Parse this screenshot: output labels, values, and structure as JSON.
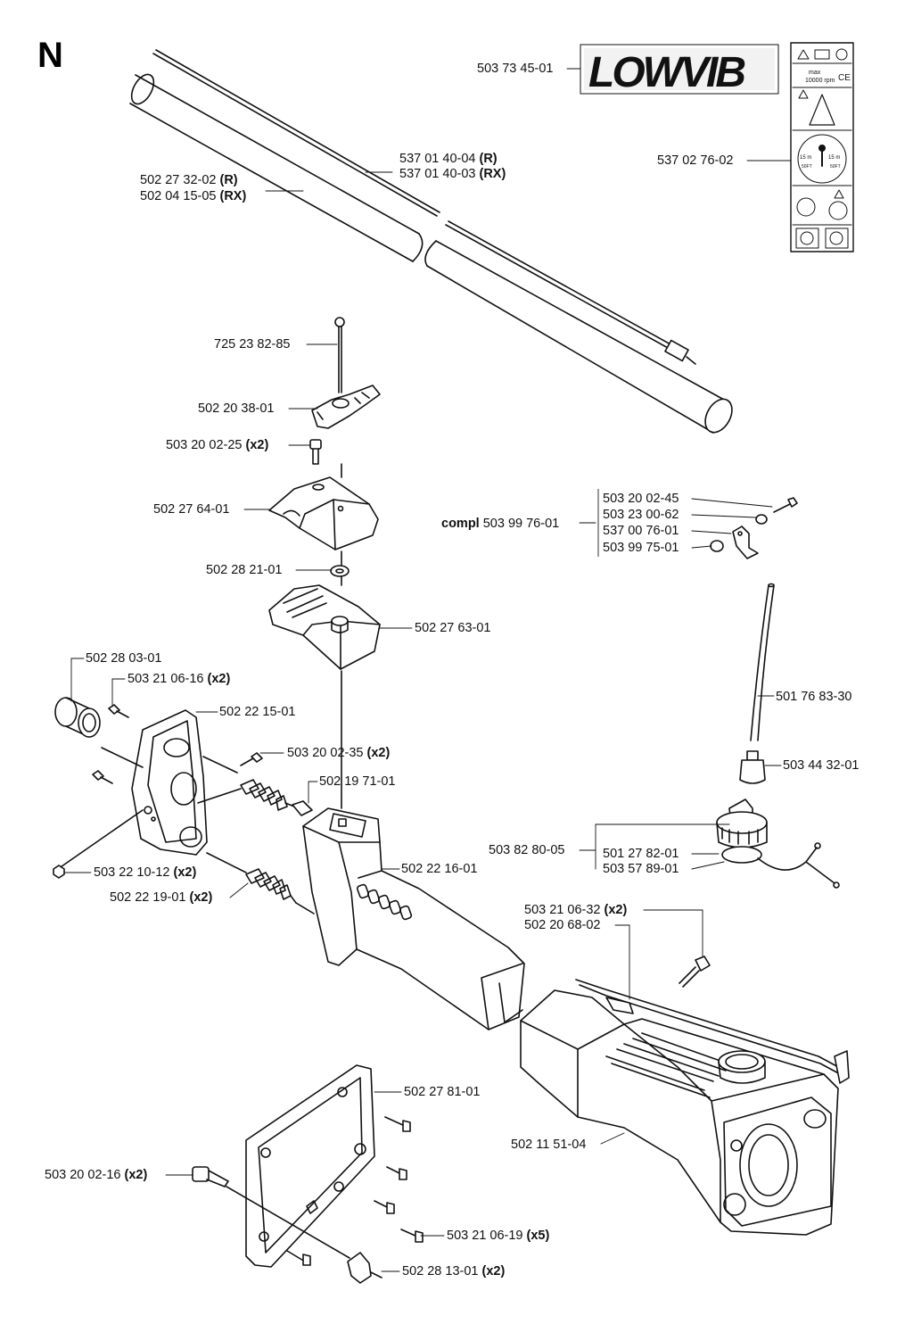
{
  "section_letter": "N",
  "logo_text": "LOWVIB",
  "warning_label": {
    "max_label": "max",
    "rpm_label": "10000 rpm",
    "ce_mark": "CE",
    "distance_label": "15 m",
    "distance_label_ft": "50FT",
    "icons": [
      "warning-triangle-icon",
      "read-manual-icon",
      "ear-protection-icon",
      "warning-triangle-icon",
      "thrown-objects-icon",
      "safety-distance-icon",
      "blade-rotation-icon",
      "gloves-icon",
      "boots-icon"
    ]
  },
  "parts": {
    "p1": {
      "number": "503 73 45-01",
      "qty": ""
    },
    "p2": {
      "number": "537 02 76-02",
      "qty": ""
    },
    "p3a": {
      "number": "537 01 40-04",
      "qty": "(R)"
    },
    "p3b": {
      "number": "537 01 40-03",
      "qty": "(RX)"
    },
    "p4a": {
      "number": "502 27 32-02",
      "qty": "(R)"
    },
    "p4b": {
      "number": "502 04 15-05",
      "qty": "(RX)"
    },
    "p5": {
      "number": "725 23 82-85",
      "qty": ""
    },
    "p6": {
      "number": "502 20 38-01",
      "qty": ""
    },
    "p7": {
      "number": "503 20 02-25",
      "qty": "(x2)"
    },
    "p8": {
      "number": "502 27 64-01",
      "qty": ""
    },
    "p9": {
      "number": "502 28 21-01",
      "qty": ""
    },
    "p10": {
      "number": "502 27 63-01",
      "qty": ""
    },
    "p11": {
      "number": "502 28 03-01",
      "qty": ""
    },
    "p12": {
      "number": "503 21 06-16",
      "qty": "(x2)"
    },
    "p13": {
      "number": "502 22 15-01",
      "qty": ""
    },
    "p14": {
      "number": "503 20 02-35",
      "qty": "(x2)"
    },
    "p15": {
      "number": "502 19 71-01",
      "qty": ""
    },
    "p16": {
      "number": "502 22 16-01",
      "qty": ""
    },
    "p17": {
      "number": "503 22 10-12",
      "qty": "(x2)"
    },
    "p18": {
      "number": "502 22 19-01",
      "qty": "(x2)"
    },
    "p19_prefix": "compl",
    "p19": {
      "number": "503 99 76-01",
      "qty": ""
    },
    "p20": {
      "number": "503 20 02-45",
      "qty": ""
    },
    "p21": {
      "number": "503 23 00-62",
      "qty": ""
    },
    "p22": {
      "number": "537 00 76-01",
      "qty": ""
    },
    "p23": {
      "number": "503 99 75-01",
      "qty": ""
    },
    "p24": {
      "number": "501 76 83-30",
      "qty": ""
    },
    "p25": {
      "number": "503 44 32-01",
      "qty": ""
    },
    "p26": {
      "number": "503 82 80-05",
      "qty": ""
    },
    "p27": {
      "number": "501 27 82-01",
      "qty": ""
    },
    "p28": {
      "number": "503 57 89-01",
      "qty": ""
    },
    "p29": {
      "number": "503 21 06-32",
      "qty": "(x2)"
    },
    "p30": {
      "number": "502 20 68-02",
      "qty": ""
    },
    "p31": {
      "number": "502 27 81-01",
      "qty": ""
    },
    "p32": {
      "number": "502 11 51-04",
      "qty": ""
    },
    "p33": {
      "number": "503 20 02-16",
      "qty": "(x2)"
    },
    "p34": {
      "number": "503 21 06-19",
      "qty": "(x5)"
    },
    "p35": {
      "number": "502 28 13-01",
      "qty": "(x2)"
    }
  }
}
